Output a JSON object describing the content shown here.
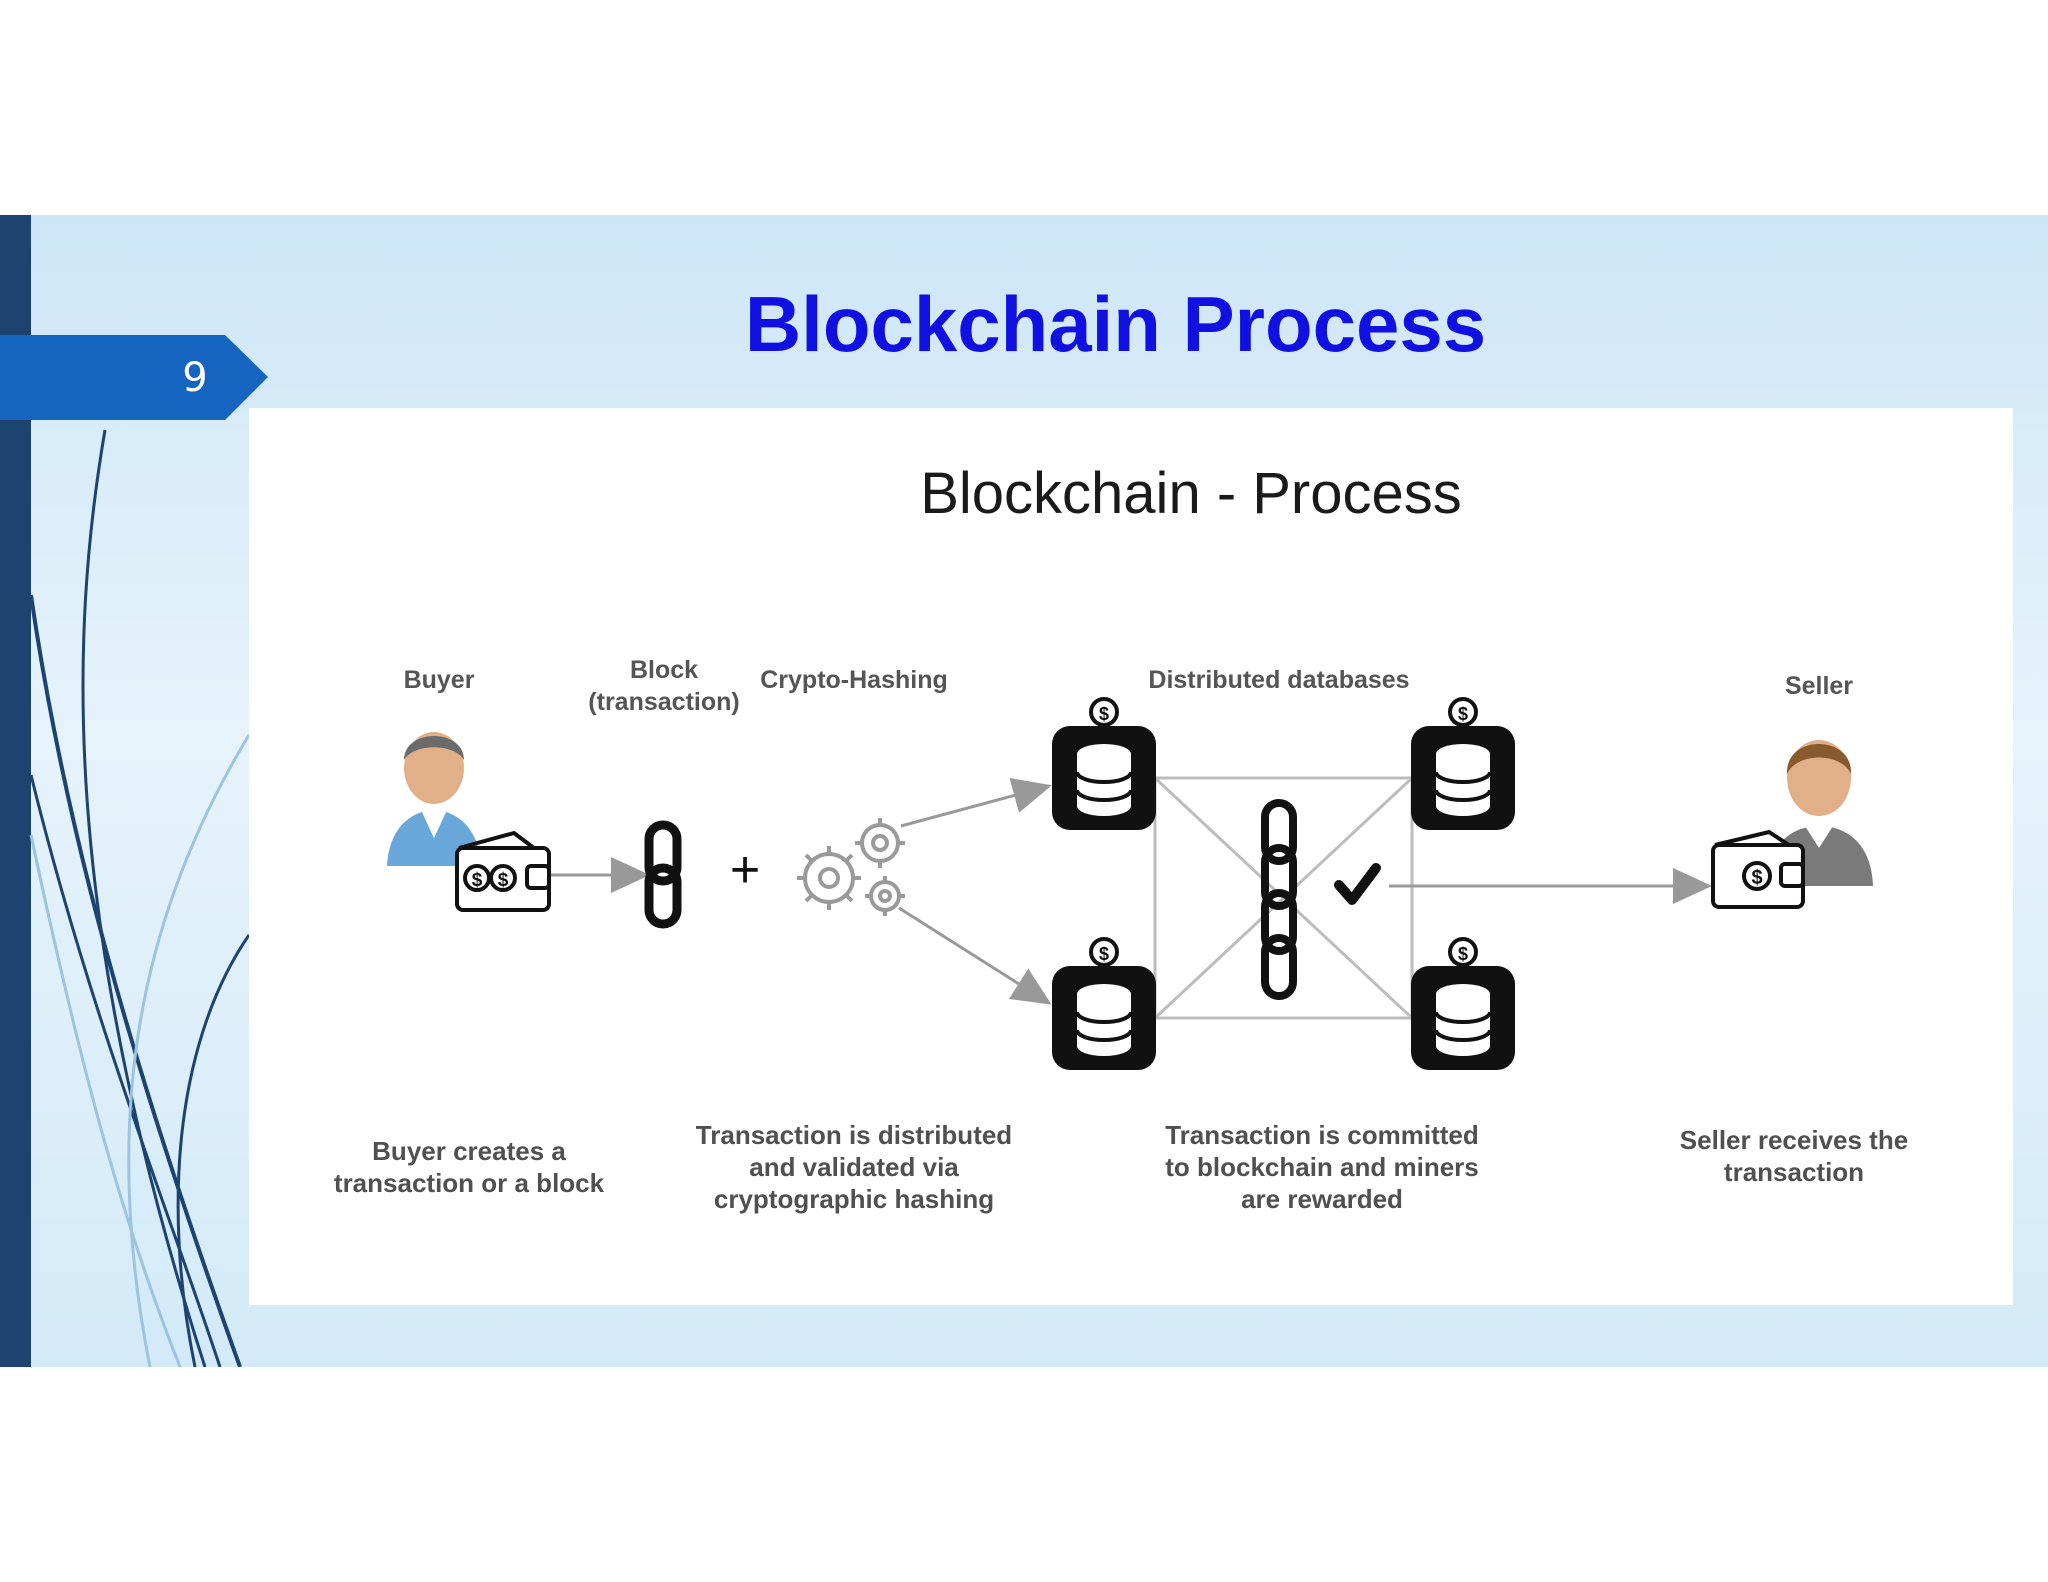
{
  "slide": {
    "number": "9",
    "title": "Blockchain Process"
  },
  "diagram": {
    "title": "Blockchain - Process",
    "labels": {
      "buyer": "Buyer",
      "block_line1": "Block",
      "block_line2": "(transaction)",
      "crypto_hashing": "Crypto-Hashing",
      "distributed_databases": "Distributed databases",
      "seller": "Seller"
    },
    "captions": {
      "buyer": [
        "Buyer creates a",
        "transaction or a block"
      ],
      "hashing": [
        "Transaction is distributed",
        "and validated via",
        "cryptographic hashing"
      ],
      "commit": [
        "Transaction is committed",
        "to blockchain and miners",
        "are rewarded"
      ],
      "seller": [
        "Seller receives the",
        "transaction"
      ]
    },
    "symbols": {
      "plus": "+",
      "dollar": "$"
    }
  },
  "colors": {
    "title_blue": "#1010e0",
    "tab_blue": "#1565c0",
    "sidebar_navy": "#1d4370",
    "icon_black": "#111111",
    "arrow_gray": "#999999"
  },
  "icons": [
    "buyer-avatar-icon",
    "wallet-icon",
    "chain-link-icon",
    "gears-icon",
    "database-icon",
    "checkmark-icon",
    "seller-avatar-icon"
  ]
}
